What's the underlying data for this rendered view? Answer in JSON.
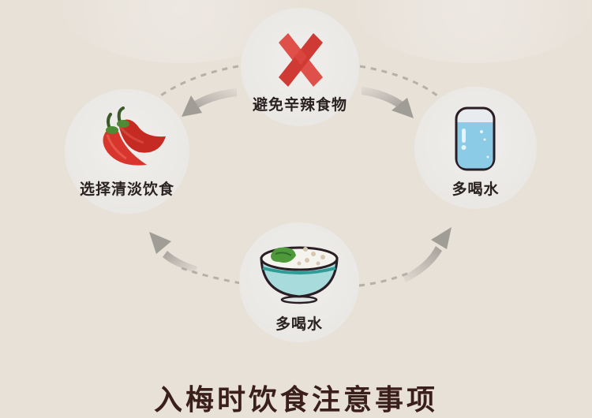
{
  "diagram": {
    "type": "cycle",
    "nodes": [
      {
        "id": "top",
        "label": "避免辛辣食物",
        "icon": "red-x-icon"
      },
      {
        "id": "left",
        "label": "选择清淡饮食",
        "icon": "chili-pepper-icon"
      },
      {
        "id": "right",
        "label": "多喝水",
        "icon": "water-glass-icon"
      },
      {
        "id": "bottom",
        "label": "多喝水",
        "icon": "porridge-bowl-icon"
      }
    ],
    "edges": [
      {
        "from": "top",
        "to": "left"
      },
      {
        "from": "top",
        "to": "right"
      },
      {
        "from": "bottom",
        "to": "left"
      },
      {
        "from": "bottom",
        "to": "right"
      }
    ]
  },
  "footer": {
    "title": "入梅时饮食注意事项"
  },
  "colors": {
    "background": "#e7e1d8",
    "node": "#ecebe8",
    "text": "#2a2220",
    "title": "#3a1f1a",
    "x_red": "#d9443c",
    "chili_red": "#d2332a",
    "water_blue": "#8ccbe6",
    "bowl_teal": "#9fd6d6",
    "arrow_gray": "#a8a49e"
  }
}
